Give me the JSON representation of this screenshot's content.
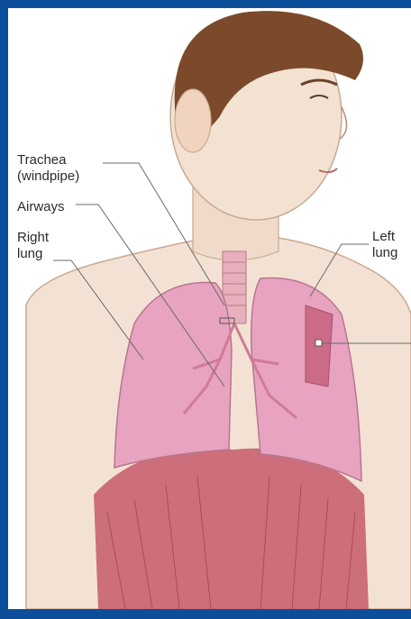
{
  "labels": {
    "trachea": "Trachea\n(windpipe)",
    "airways": "Airways",
    "right_lung": "Right\nlung",
    "left_lung": "Left\nlung"
  },
  "colors": {
    "frame": "#0b4f9a",
    "lung": "#e7a3bf",
    "diaphragm": "#c45a6a",
    "skin": "#f3e2d4",
    "hair": "#7a4a2a"
  }
}
